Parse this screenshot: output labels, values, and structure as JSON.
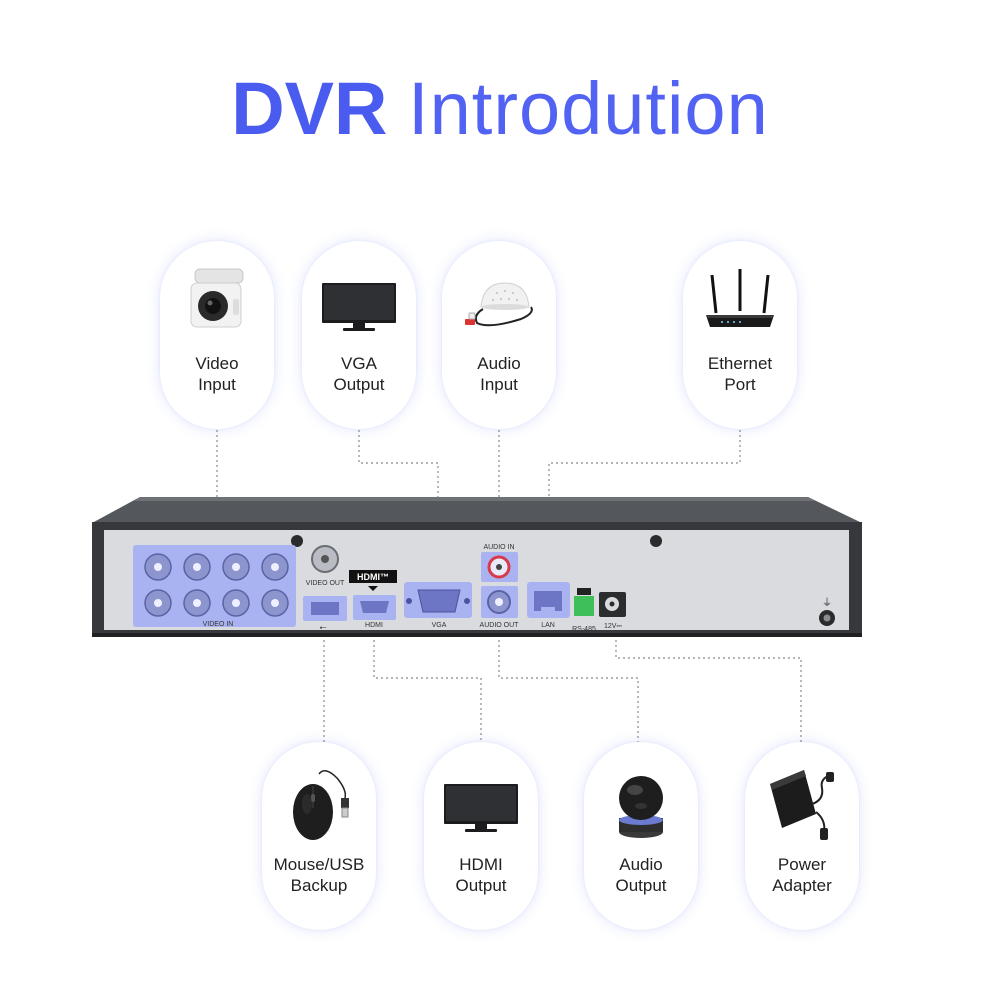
{
  "title": {
    "bold": "DVR",
    "light": "Introdution"
  },
  "top_devices": [
    {
      "line1": "Video",
      "line2": "Input",
      "icon": "bullet-camera-icon"
    },
    {
      "line1": "VGA",
      "line2": "Output",
      "icon": "monitor-icon"
    },
    {
      "line1": "Audio",
      "line2": "Input",
      "icon": "microphone-icon"
    },
    {
      "line1": "Ethernet",
      "line2": "Port",
      "icon": "router-icon"
    }
  ],
  "bottom_devices": [
    {
      "line1": "Mouse/USB",
      "line2": "Backup",
      "icon": "mouse-icon"
    },
    {
      "line1": "HDMI",
      "line2": "Output",
      "icon": "monitor-icon"
    },
    {
      "line1": "Audio",
      "line2": "Output",
      "icon": "speaker-icon"
    },
    {
      "line1": "Power",
      "line2": "Adapter",
      "icon": "power-adapter-icon"
    }
  ],
  "panel_labels": {
    "video_in": "VIDEO IN",
    "video_out": "VIDEO OUT",
    "hdmi_logo": "HDMI™",
    "hdmi": "HDMI",
    "vga": "VGA",
    "audio_in": "AUDIO IN",
    "audio_out": "AUDIO OUT",
    "lan": "LAN",
    "rs485": "RS-485",
    "dc": "12V⎓"
  },
  "colors": {
    "accent": "#4a5cf0",
    "highlight": "#aab3f2",
    "dvr_body": "#3b3d40",
    "panel": "#d9dbdf"
  }
}
